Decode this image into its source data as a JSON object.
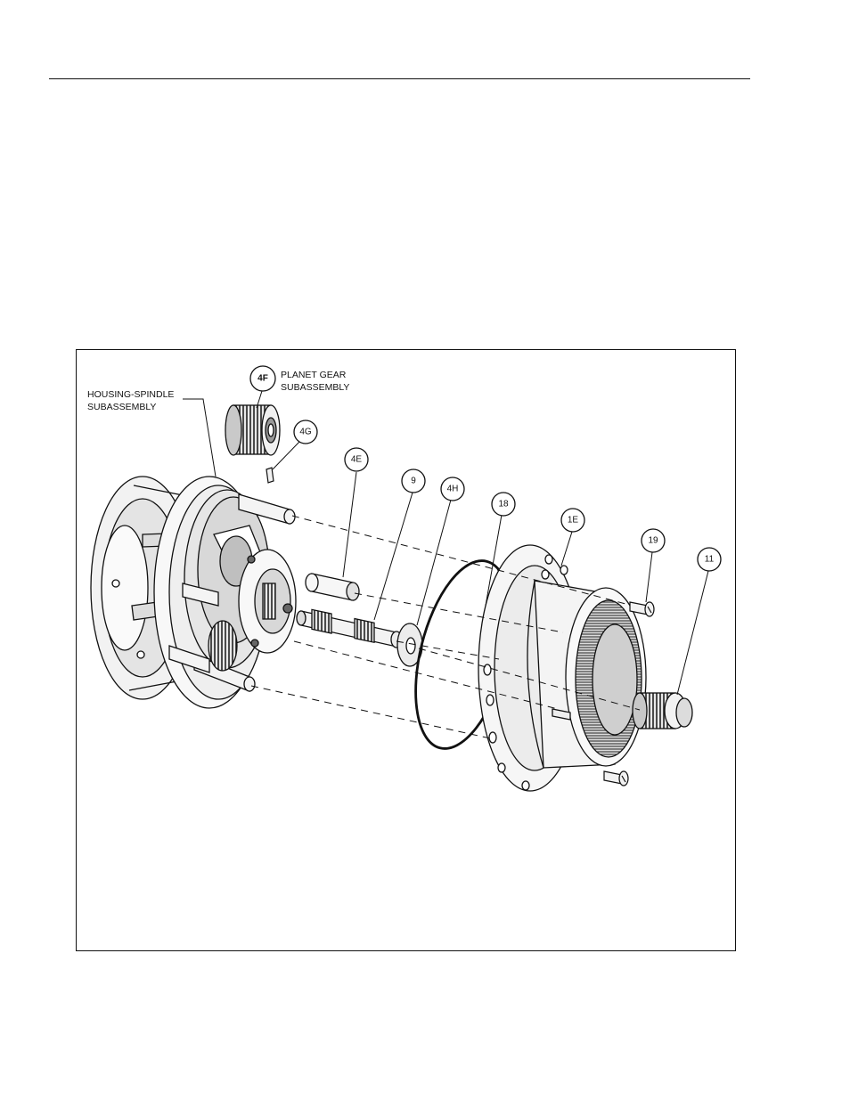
{
  "diagram": {
    "labels": {
      "housing_spindle_line1": "HOUSING-SPINDLE",
      "housing_spindle_line2": "SUBASSEMBLY",
      "planet_gear_line1": "PLANET GEAR",
      "planet_gear_line2": "SUBASSEMBLY"
    },
    "callouts": {
      "c4F": "4F",
      "c4G": "4G",
      "c4E": "4E",
      "c9": "9",
      "c4H": "4H",
      "c18": "18",
      "c1E": "1E",
      "c19": "19",
      "c11": "11"
    }
  }
}
